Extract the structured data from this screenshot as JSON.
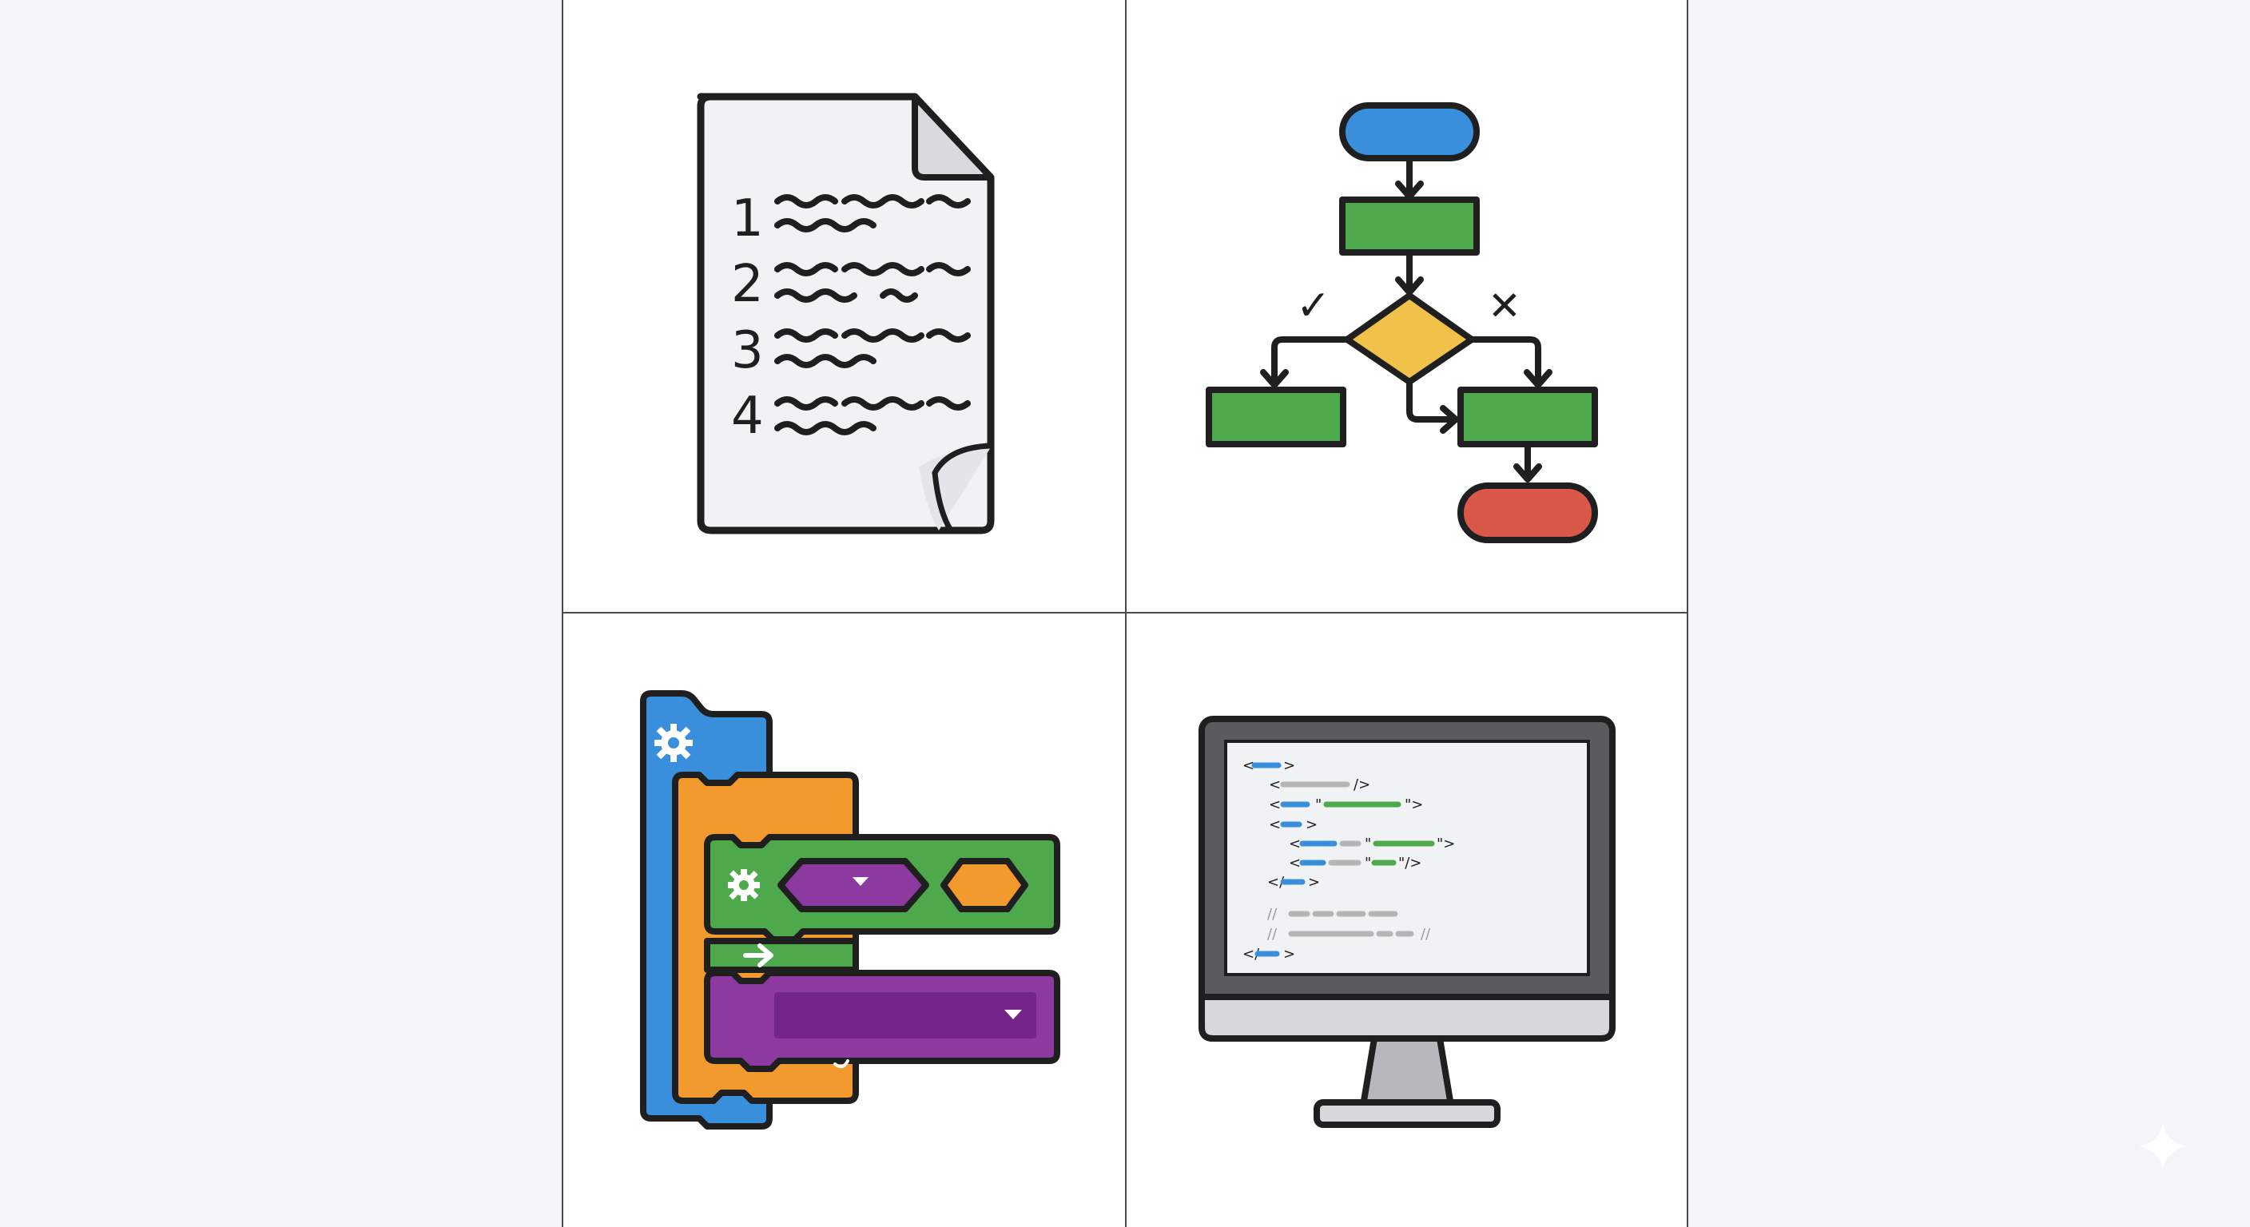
{
  "panels": [
    {
      "id": "numbered-list-document",
      "icon": "numbered-list-document-icon",
      "list_numbers": [
        "1",
        "2",
        "3",
        "4"
      ]
    },
    {
      "id": "flowchart",
      "icon": "flowchart-icon",
      "yes_mark": "✓",
      "no_mark": "✕"
    },
    {
      "id": "visual-code-blocks",
      "icon": "code-blocks-icon"
    },
    {
      "id": "code-monitor",
      "icon": "code-monitor-icon",
      "code_symbols": {
        "open_tag": "<",
        "close_tag": ">",
        "self_close": "/>",
        "end_tag": "</",
        "comment": "//",
        "quote_open": "\"",
        "quote_close": "\">",
        "quote_self_close": "\"/>"
      }
    }
  ],
  "colors": {
    "blue": "#3a8fdc",
    "green": "#4ea84c",
    "yellow": "#f2c14a",
    "red": "#d9584a",
    "orange": "#f29a2e",
    "purple": "#8c3aa0",
    "outline": "#1f1f1f",
    "paper": "#f1f2f4"
  }
}
